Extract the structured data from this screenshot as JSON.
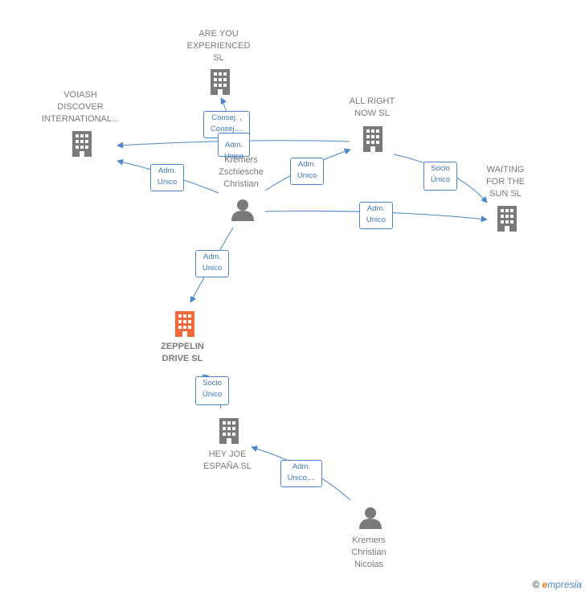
{
  "nodes": {
    "are_you": "ARE YOU\nEXPERIENCED\nSL",
    "voiash": "VOIASH\nDISCOVER\nINTERNATIONAL...",
    "all_right": "ALL RIGHT\nNOW  SL",
    "waiting": "WAITING\nFOR THE\nSUN  SL",
    "kremers_z": "Kremers\nZschiesche\nChristian",
    "zeppelin": "ZEPPELIN\nDRIVE  SL",
    "hey_joe": "HEY JOE\nESPAÑA  SL",
    "kremers_n": "Kremers\nChristian\nNicolas"
  },
  "edges": {
    "e1": "Consej. ,\nConsej....",
    "e2": "Adm.\nUnico",
    "e3": "Adm.\nUnico",
    "e4": "Adm.\nUnico",
    "e5": "Socio\nÚnico",
    "e6": "Adm.\nUnico",
    "e7": "Adm.\nUnico",
    "e8": "Socio\nÚnico",
    "e9": "Adm.\nUnico,..."
  },
  "colors": {
    "edge": "#4a86c8",
    "building": "#7a7a7a",
    "main": "#f26a3a",
    "person": "#7a7a7a"
  },
  "footer": {
    "copyright": "©",
    "brand_e": "e",
    "brand_rest": "mpresia"
  }
}
